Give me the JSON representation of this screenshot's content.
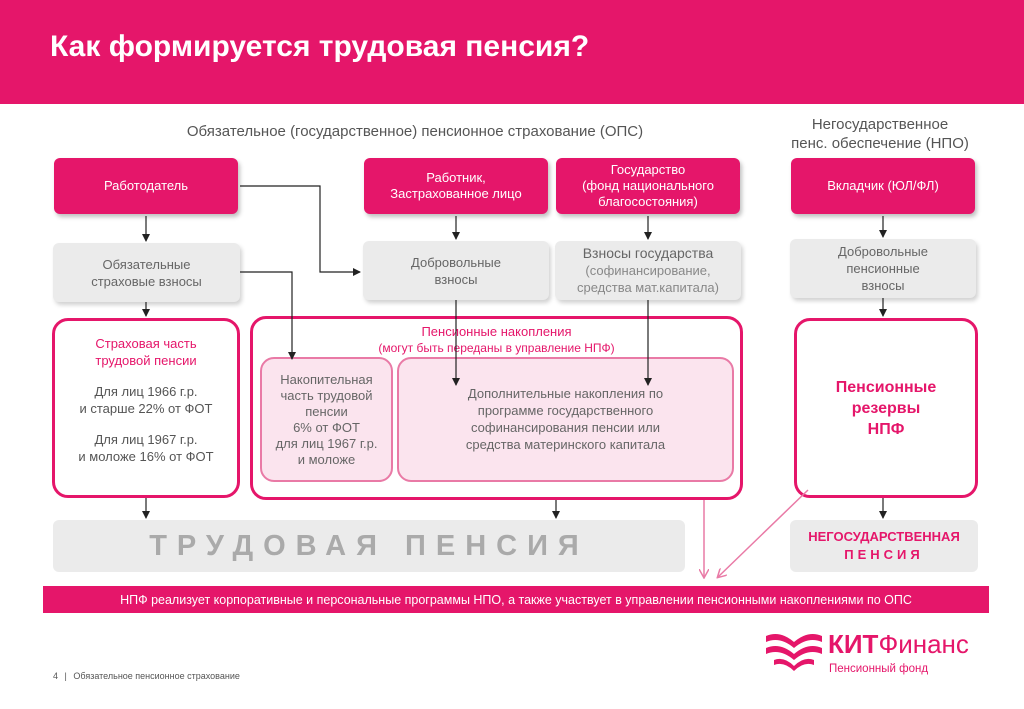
{
  "title": "Как формируется трудовая пенсия?",
  "headers": {
    "ops": "Обязательное (государственное) пенсионное страхование (ОПС)",
    "npo_line1": "Негосударственное",
    "npo_line2": "пенс. обеспечение (НПО)"
  },
  "top_boxes": {
    "employer": "Работодатель",
    "worker_line1": "Работник,",
    "worker_line2": "Застрахованное лицо",
    "state_line1": "Государство",
    "state_line2": "(фонд национального",
    "state_line3": "благосостояния)",
    "depositor": "Вкладчик (ЮЛ/ФЛ)"
  },
  "mid_boxes": {
    "mandatory_line1": "Обязательные",
    "mandatory_line2": "страховые взносы",
    "voluntary_line1": "Добровольные",
    "voluntary_line2": "взносы",
    "state_contrib_line1": "Взносы государства",
    "state_contrib_line2": "(софинансирование,",
    "state_contrib_line3": "средства мат.капитала)",
    "npo_voluntary_line1": "Добровольные",
    "npo_voluntary_line2": "пенсионные",
    "npo_voluntary_line3": "взносы"
  },
  "insurance_part": {
    "title_line1": "Страховая часть",
    "title_line2": "трудовой пенсии",
    "p1_line1": "Для лиц 1966 г.р.",
    "p1_line2": "и старше 22% от ФОТ",
    "p2_line1": "Для лиц 1967 г.р.",
    "p2_line2": "и моложе 16% от ФОТ"
  },
  "savings": {
    "title": "Пенсионные накопления",
    "subtitle": "(могут быть переданы в управление НПФ)",
    "funded_line1": "Накопительная",
    "funded_line2": "часть трудовой",
    "funded_line3": "пенсии",
    "funded_line4": "6% от ФОТ",
    "funded_line5": "для лиц 1967 г.р.",
    "funded_line6": "и моложе",
    "extra_line1": "Дополнительные накопления по",
    "extra_line2": "программе государственного",
    "extra_line3": "софинансирования пенсии или",
    "extra_line4": "средства материнского капитала"
  },
  "npf_reserves": {
    "line1": "Пенсионные",
    "line2": "резервы",
    "line3": "НПФ"
  },
  "labor_pension": "ТРУДОВАЯ ПЕНСИЯ",
  "private_pension": {
    "line1": "НЕГОСУДАРСТВЕННАЯ",
    "line2": "ПЕНСИЯ"
  },
  "footer_bar": "НПФ реализует корпоративные и персональные программы НПО, а также участвует в управлении пенсионными накоплениями по ОПС",
  "page_footer": {
    "number": "4",
    "separator": "|",
    "text": "Обязательное пенсионное страхование"
  },
  "logo": {
    "brand_bold": "КИТ",
    "brand_rest": "Финанс",
    "subtitle": "Пенсионный фонд"
  },
  "colors": {
    "accent": "#e5166a",
    "grey_box": "#ebebeb",
    "light_pink": "#fbe4ee"
  }
}
